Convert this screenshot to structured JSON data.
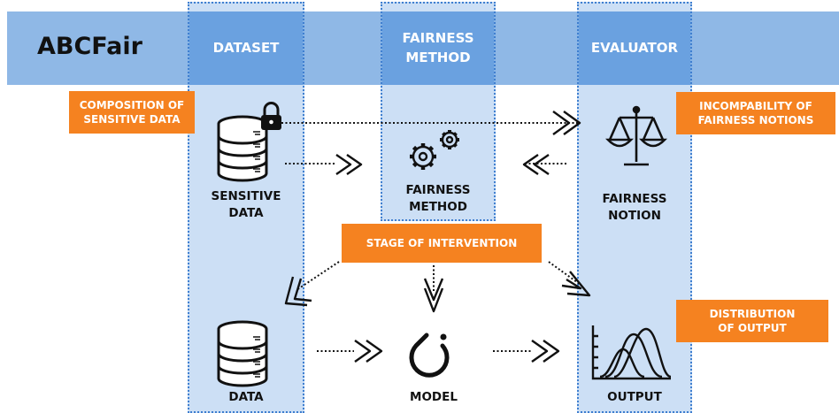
{
  "brand": "ABCFair",
  "columns": {
    "dataset": "DATASET",
    "method_line1": "FAIRNESS",
    "method_line2": "METHOD",
    "evaluator": "EVALUATOR"
  },
  "callouts": {
    "composition_line1": "COMPOSITION  OF",
    "composition_line2": "SENSITIVE DATA",
    "incompat_line1": "INCOMPABILITY OF",
    "incompat_line2": "FAIRNESS NOTIONS",
    "stage": "STAGE OF INTERVENTION",
    "distribution_line1": "DISTRIBUTION",
    "distribution_line2": "OF OUTPUT"
  },
  "nodes": {
    "sensitive_line1": "SENSITIVE",
    "sensitive_line2": "DATA",
    "fm_line1": "FAIRNESS",
    "fm_line2": "METHOD",
    "notion_line1": "FAIRNESS",
    "notion_line2": "NOTION",
    "data": "DATA",
    "model": "MODEL",
    "output": "OUTPUT"
  },
  "icons": [
    "database-icon",
    "lock-icon",
    "gears-icon",
    "scales-icon",
    "pytorch-icon",
    "distribution-chart-icon"
  ],
  "colors": {
    "banner": "#8fb8e6",
    "column_header": "#6aa1e0",
    "callout": "#f58220",
    "column_border": "#3f7fd0"
  }
}
